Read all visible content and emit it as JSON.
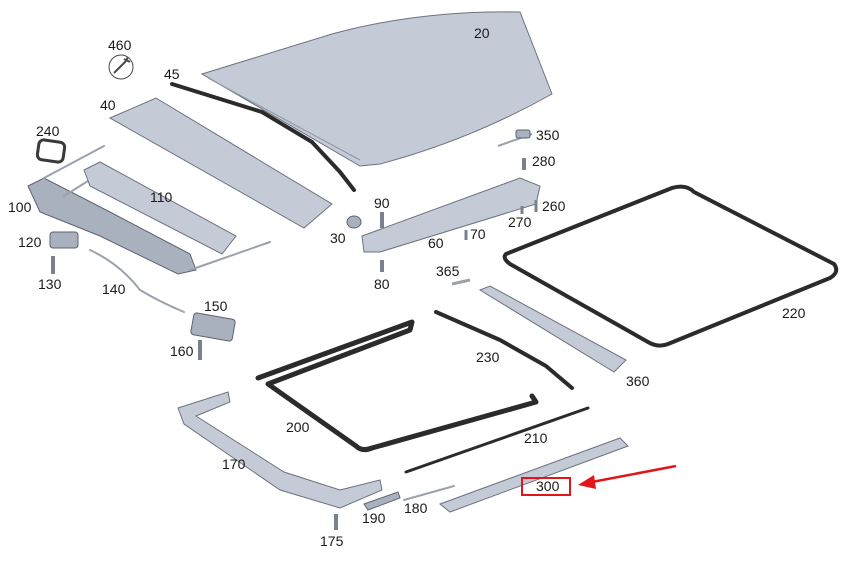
{
  "diagram": {
    "labels": [
      {
        "id": "part-20",
        "text": "20"
      },
      {
        "id": "part-460",
        "text": "460"
      },
      {
        "id": "part-45",
        "text": "45"
      },
      {
        "id": "part-40",
        "text": "40"
      },
      {
        "id": "part-240",
        "text": "240"
      },
      {
        "id": "part-350",
        "text": "350"
      },
      {
        "id": "part-280",
        "text": "280"
      },
      {
        "id": "part-110",
        "text": "110"
      },
      {
        "id": "part-100",
        "text": "100"
      },
      {
        "id": "part-90",
        "text": "90"
      },
      {
        "id": "part-260",
        "text": "260"
      },
      {
        "id": "part-270",
        "text": "270"
      },
      {
        "id": "part-30",
        "text": "30"
      },
      {
        "id": "part-70",
        "text": "70"
      },
      {
        "id": "part-120",
        "text": "120"
      },
      {
        "id": "part-60",
        "text": "60"
      },
      {
        "id": "part-130",
        "text": "130"
      },
      {
        "id": "part-80",
        "text": "80"
      },
      {
        "id": "part-365",
        "text": "365"
      },
      {
        "id": "part-140",
        "text": "140"
      },
      {
        "id": "part-150",
        "text": "150"
      },
      {
        "id": "part-220",
        "text": "220"
      },
      {
        "id": "part-160",
        "text": "160"
      },
      {
        "id": "part-230",
        "text": "230"
      },
      {
        "id": "part-360",
        "text": "360"
      },
      {
        "id": "part-200",
        "text": "200"
      },
      {
        "id": "part-210",
        "text": "210"
      },
      {
        "id": "part-170",
        "text": "170"
      },
      {
        "id": "part-300",
        "text": "300"
      },
      {
        "id": "part-190",
        "text": "190"
      },
      {
        "id": "part-180",
        "text": "180"
      },
      {
        "id": "part-175",
        "text": "175"
      }
    ],
    "highlight": {
      "target": "300",
      "color": "#e0161b"
    }
  }
}
